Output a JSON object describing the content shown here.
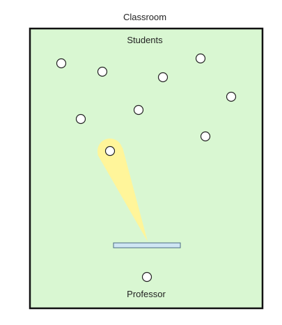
{
  "title": "Classroom",
  "students_label": "Students",
  "professor_label": "Professor",
  "colors": {
    "room_fill": "#d9f7d2",
    "room_border": "#111111",
    "beam": "#fff59a",
    "desk_fill": "#cfe6f3",
    "desk_border": "#4a6b84",
    "person_fill": "#ffffff",
    "person_border": "#222222"
  }
}
